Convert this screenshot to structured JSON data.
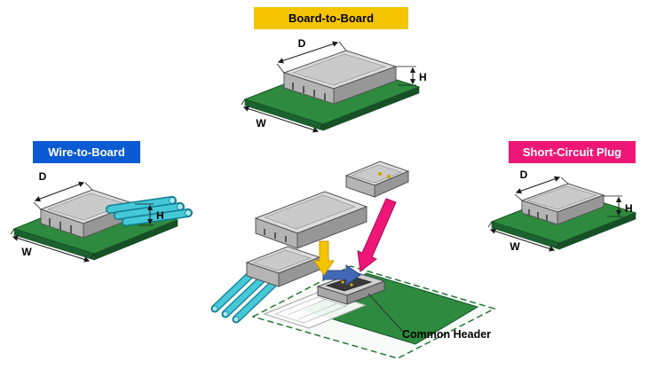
{
  "diagram": {
    "connector_types": [
      {
        "id": "board-to-board",
        "label": "Board-to-Board",
        "badge_bg": "#F5C400",
        "badge_text_color": "#000000",
        "arrow_color": "#F5C400"
      },
      {
        "id": "wire-to-board",
        "label": "Wire-to-Board",
        "badge_bg": "#0A5BD3",
        "badge_text_color": "#FFFFFF",
        "arrow_color": "#4468B8"
      },
      {
        "id": "short-circuit-plug",
        "label": "Short-Circuit Plug",
        "badge_bg": "#EE1777",
        "badge_text_color": "#FFFFFF",
        "arrow_color": "#EE1777"
      }
    ],
    "dimension_labels": {
      "depth": "D",
      "height": "H",
      "width": "W"
    },
    "common_header_label": "Common Header",
    "colors": {
      "pcb_green": "#2D8A3E",
      "pcb_edge": "#14521F",
      "connector_gray": "#D8D8D8",
      "wire_cyan": "#45C8D8"
    }
  }
}
